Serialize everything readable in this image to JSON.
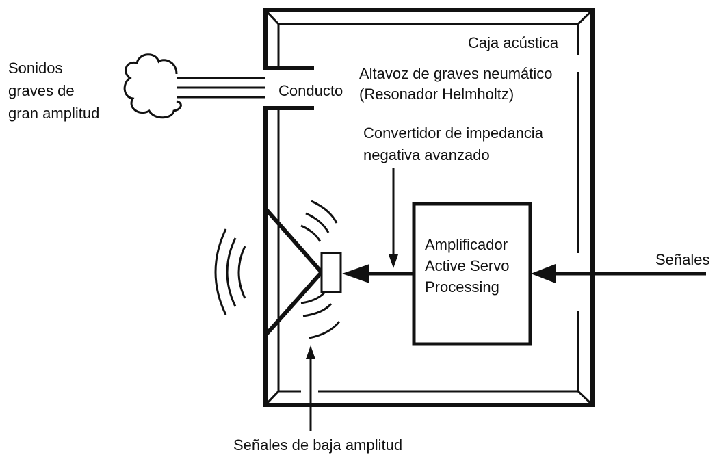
{
  "labels": {
    "cabinet": "Caja acústica",
    "woofer_line1": "Altavoz de graves neumático",
    "woofer_line2": "(Resonador Helmholtz)",
    "duct": "Conducto",
    "sound_line1": "Sonidos",
    "sound_line2": "graves de",
    "sound_line3": "gran amplitud",
    "converter_line1": "Convertidor de impedancia",
    "converter_line2": "negativa avanzado",
    "amp_line1": "Amplificador",
    "amp_line2": "Active Servo",
    "amp_line3": "Processing",
    "signals": "Señales",
    "low_signals": "Señales de baja amplitud"
  },
  "colors": {
    "stroke": "#111111",
    "background": "#ffffff"
  }
}
